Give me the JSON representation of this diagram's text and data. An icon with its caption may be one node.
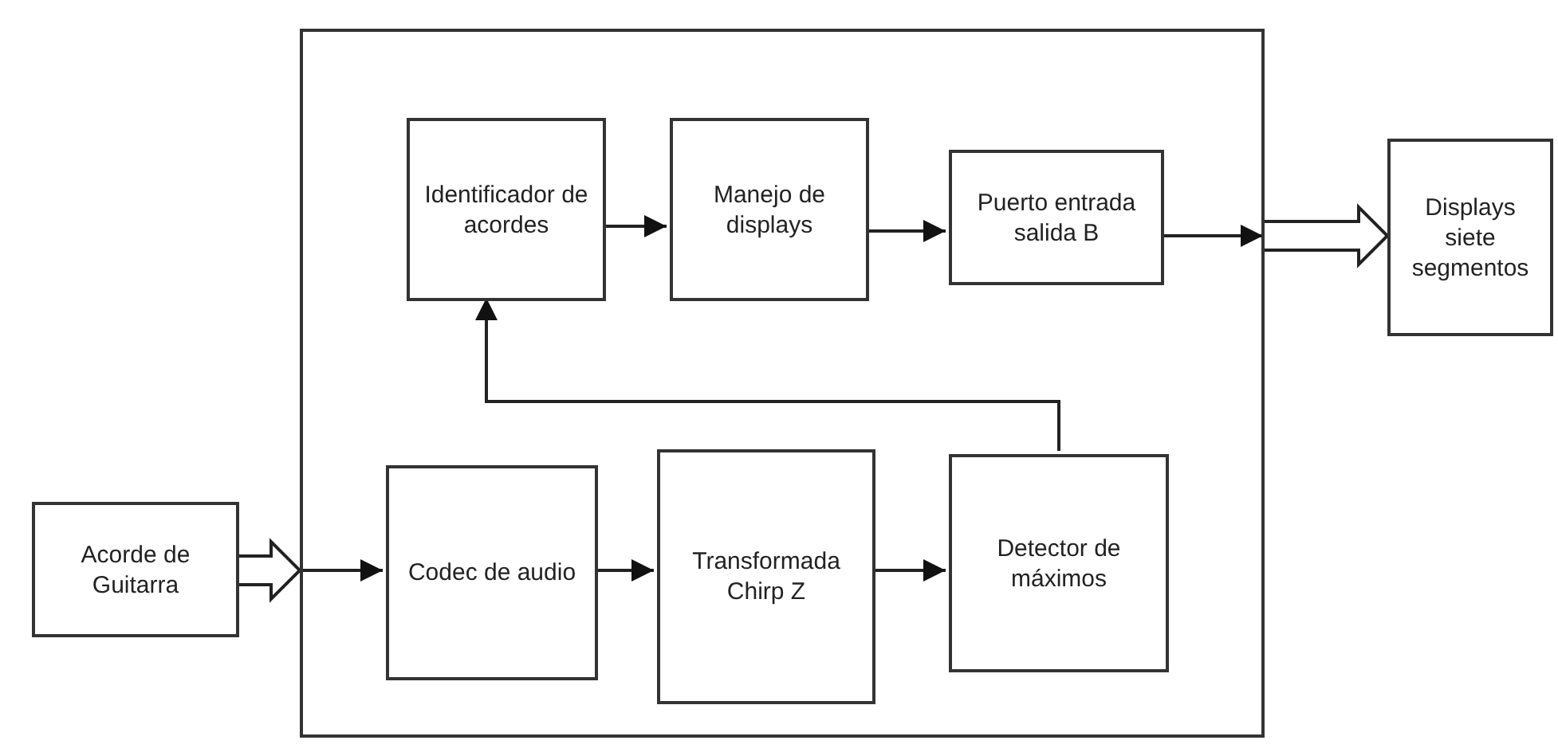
{
  "diagram": {
    "nodes": [
      {
        "text": [
          "Acorde de Guitarra"
        ]
      },
      {
        "text": [],
        "shape": "box"
      },
      {
        "text": [
          "Identificador de acordes"
        ],
        "in": 1
      },
      {
        "text": [
          "Manejo de displays"
        ],
        "in": 1
      },
      {
        "text": [
          "Puerto entrada salida B"
        ],
        "in": 1
      },
      {
        "text": [
          "Codec de audio"
        ],
        "in": 1
      },
      {
        "text": [
          "Transformada Chirp Z"
        ],
        "in": 1
      },
      {
        "text": [
          "Detector de máximos"
        ],
        "in": 1
      },
      {
        "text": [
          "Displays siete segmentos"
        ]
      }
    ],
    "edges": [
      {
        "from": 0,
        "to": 1,
        "arrow": "to",
        "style": "thick"
      },
      {
        "from": 1,
        "to": 5,
        "arrow": "to"
      },
      {
        "from": 5,
        "to": 6,
        "arrow": "to"
      },
      {
        "from": 6,
        "to": 7,
        "arrow": "to"
      },
      {
        "from": 7,
        "to": 2,
        "arrow": "to"
      },
      {
        "from": 2,
        "to": 3,
        "arrow": "to"
      },
      {
        "from": 3,
        "to": 4,
        "arrow": "to"
      },
      {
        "from": 4,
        "to": 1,
        "arrow": "to"
      },
      {
        "from": 1,
        "to": 8,
        "arrow": "to",
        "style": "thick"
      }
    ]
  }
}
